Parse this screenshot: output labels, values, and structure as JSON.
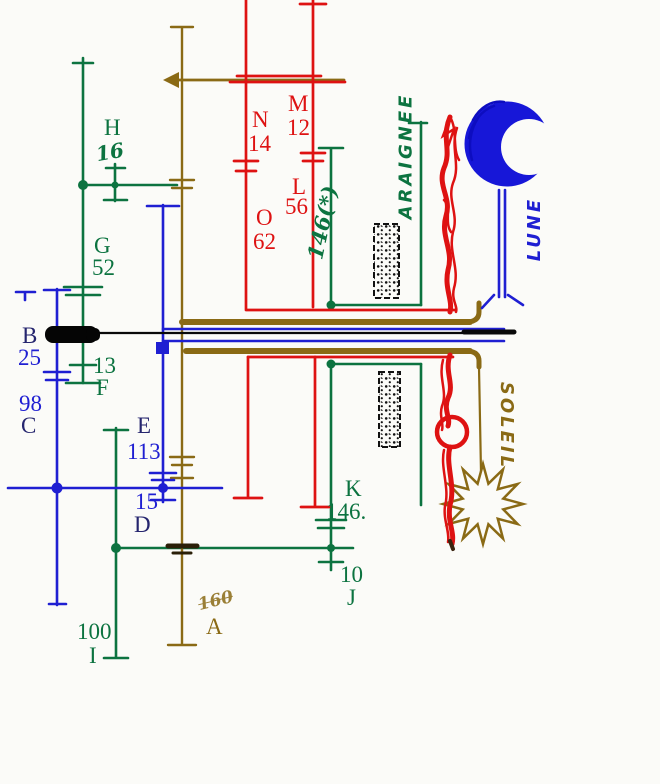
{
  "diagram": {
    "kind": "hand-drawn gear-train diagram (astronomical clock: moon, sun, spider)",
    "colors": {
      "green": "#0c7340",
      "blue": "#1f1fd2",
      "navy": "#25256e",
      "red": "#de1212",
      "olive": "#8a6a15",
      "black": "#090909",
      "background": "#fbfbf8"
    },
    "gears": {
      "H": {
        "letter": "H",
        "teeth": "16"
      },
      "G": {
        "letter": "G",
        "teeth": "52"
      },
      "B": {
        "letter": "B",
        "teeth": "25"
      },
      "F": {
        "letter": "F",
        "teeth": "13"
      },
      "C": {
        "letter": "C",
        "teeth": "98"
      },
      "E": {
        "letter": "E",
        "teeth": "113"
      },
      "D": {
        "letter": "D",
        "teeth": "15"
      },
      "I": {
        "letter": "I",
        "teeth": "100"
      },
      "A": {
        "letter": "A",
        "crossed_note": "160"
      },
      "K": {
        "letter": "K",
        "teeth": "146."
      },
      "J": {
        "letter": "J",
        "teeth": "10"
      },
      "N": {
        "letter": "N",
        "teeth": "14"
      },
      "M": {
        "letter": "M",
        "teeth": "12"
      },
      "L": {
        "letter": "L",
        "teeth": "56"
      },
      "O": {
        "letter": "O",
        "teeth": "62"
      }
    },
    "annotations": {
      "ratio_note": "146(*)",
      "spider": "ARAIGNEE",
      "moon": "LUNE",
      "sun": "SOLEIL"
    }
  }
}
